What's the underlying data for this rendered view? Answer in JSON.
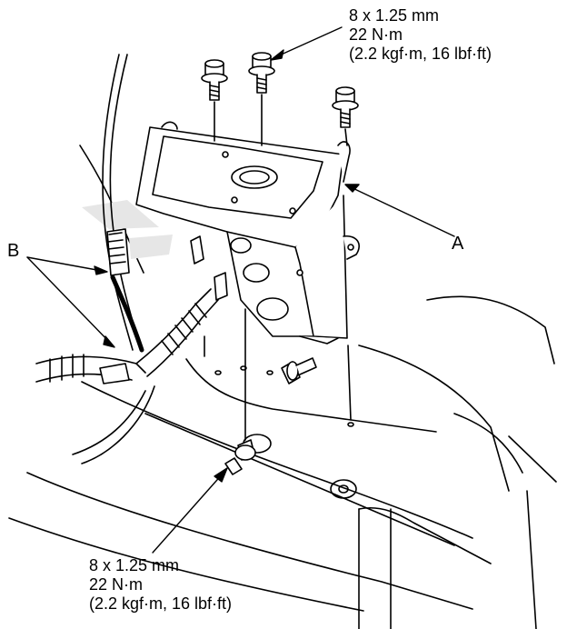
{
  "callouts": {
    "top_spec": [
      "8 x 1.25 mm",
      "22 N·m",
      "(2.2 kgf·m, 16 lbf·ft)"
    ],
    "bottom_spec": [
      "8 x 1.25 mm",
      "22 N·m",
      "(2.2 kgf·m, 16 lbf·ft)"
    ],
    "label_a": "A",
    "label_b": "B"
  },
  "colors": {
    "ink": "#000000",
    "paper": "#ffffff",
    "shade": "#d9d9d9"
  }
}
